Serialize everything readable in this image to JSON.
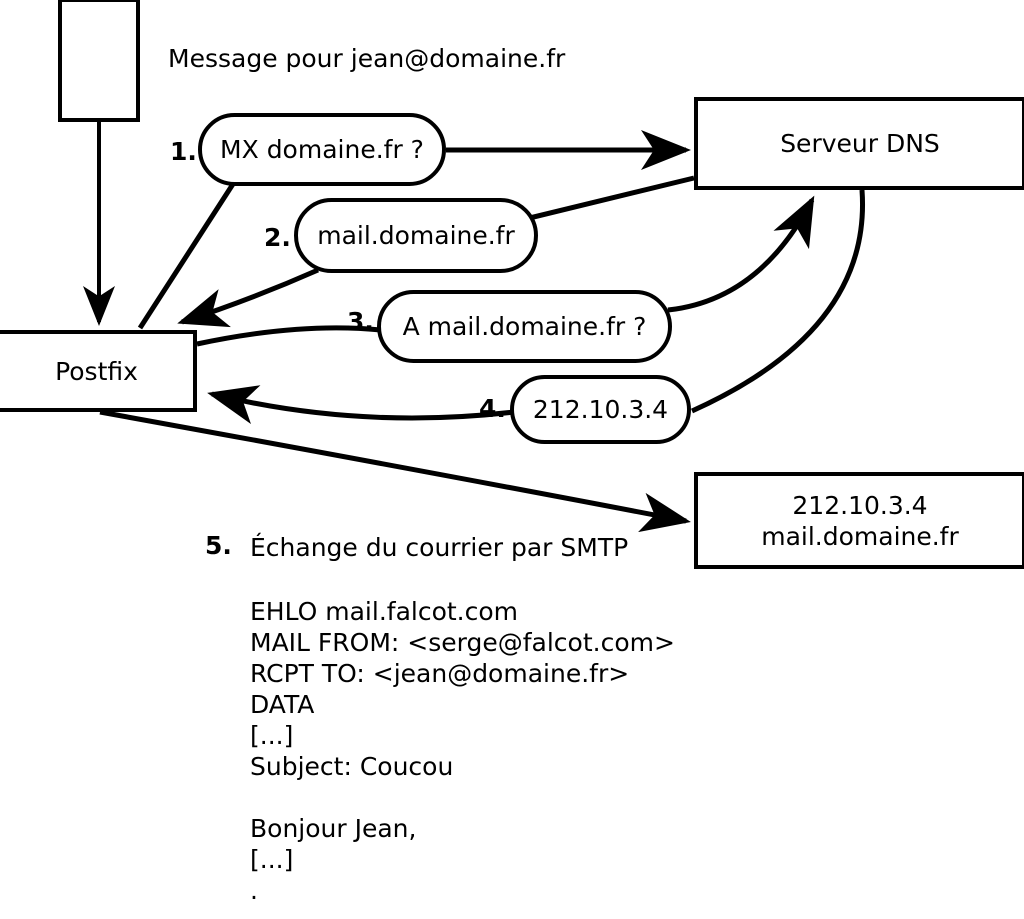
{
  "title_text": "Message pour jean@domaine.fr",
  "nodes": {
    "workstation": {
      "label": ""
    },
    "postfix": {
      "label": "Postfix"
    },
    "dns": {
      "label": "Serveur DNS"
    },
    "mailserver": {
      "line1": "212.10.3.4",
      "line2": "mail.domaine.fr"
    }
  },
  "steps": [
    {
      "number": "1.",
      "bubble": "MX domaine.fr ?"
    },
    {
      "number": "2.",
      "bubble": "mail.domaine.fr"
    },
    {
      "number": "3.",
      "bubble": "A mail.domaine.fr ?"
    },
    {
      "number": "4.",
      "bubble": "212.10.3.4"
    },
    {
      "number": "5.",
      "label": "Échange du courrier par SMTP"
    }
  ],
  "smtp_transcript": [
    "EHLO mail.falcot.com",
    "MAIL FROM: <serge@falcot.com>",
    "RCPT TO: <jean@domaine.fr>",
    "DATA",
    "[...]",
    "Subject: Coucou",
    "",
    "Bonjour Jean,",
    "[...]",
    "."
  ],
  "colors": {
    "stroke": "#000000",
    "background": "#ffffff"
  }
}
